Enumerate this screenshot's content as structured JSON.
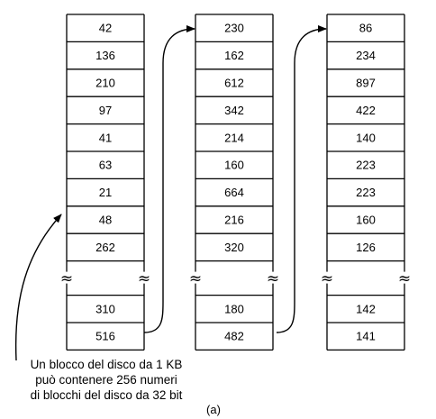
{
  "blocks": [
    {
      "top": [
        "42",
        "136",
        "210",
        "97",
        "41",
        "63",
        "21",
        "48",
        "262"
      ],
      "bottom": [
        "310",
        "516"
      ]
    },
    {
      "top": [
        "230",
        "162",
        "612",
        "342",
        "214",
        "160",
        "664",
        "216",
        "320"
      ],
      "bottom": [
        "180",
        "482"
      ]
    },
    {
      "top": [
        "86",
        "234",
        "897",
        "422",
        "140",
        "223",
        "223",
        "160",
        "126"
      ],
      "bottom": [
        "142",
        "141"
      ]
    }
  ],
  "caption_lines": [
    "Un blocco del disco da 1 KB",
    "può contenere 256 numeri",
    "di blocchi del disco da 32 bit"
  ],
  "figure_label": "(a)",
  "break_symbol": "≈"
}
